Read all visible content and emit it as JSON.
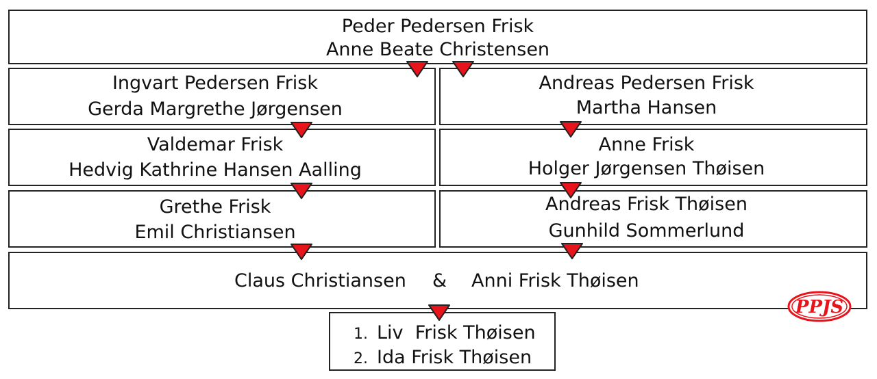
{
  "generations": {
    "root": {
      "line1": "Peder Pedersen Frisk",
      "line2": "Anne Beate Christensen"
    },
    "left": [
      {
        "line1": "Ingvart Pedersen Frisk",
        "line2": "Gerda Margrethe Jørgensen"
      },
      {
        "line1": "Valdemar Frisk",
        "line2": "Hedvig Kathrine Hansen Aalling"
      },
      {
        "line1": "Grethe Frisk",
        "line2": "Emil Christiansen"
      }
    ],
    "right": [
      {
        "line1": "Andreas Pedersen Frisk",
        "line2": "Martha Hansen"
      },
      {
        "line1": "Anne Frisk",
        "line2": "Holger Jørgensen Thøisen"
      },
      {
        "line1": "Andreas Frisk Thøisen",
        "line2": "Gunhild Sommerlund"
      }
    ]
  },
  "couple": {
    "partner1": "Claus Christiansen",
    "ampersand": "&",
    "partner2": "Anni Frisk Thøisen"
  },
  "children": [
    {
      "number": "1.",
      "name": "Liv  Frisk Thøisen"
    },
    {
      "number": "2.",
      "name": "Ida Frisk Thøisen"
    }
  ],
  "logo": {
    "text": "PPJS",
    "color": "#e8141b"
  },
  "colors": {
    "arrow": "#e8141b",
    "border": "#222222"
  }
}
